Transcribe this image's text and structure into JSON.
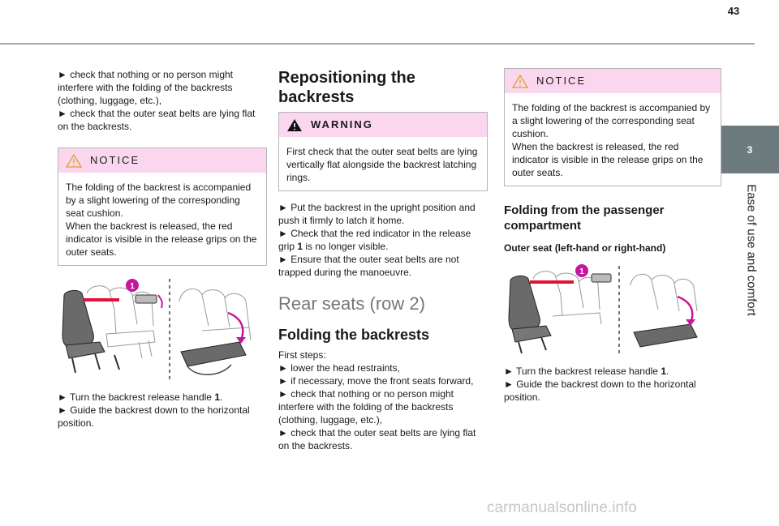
{
  "page": {
    "number": "43",
    "chapter_number": "3",
    "chapter_title": "Ease of use and comfort"
  },
  "col1": {
    "bullets": [
      "► check that nothing or no person might interfere with the folding of the backrests (clothing, luggage, etc.),",
      "► check that the outer seat belts are lying flat on the backrests."
    ],
    "notice": {
      "label": "NOTICE",
      "text1": "The folding of the backrest is accompanied by a slight lowering of the corresponding seat cushion.",
      "text2": "When the backrest is released, the red indicator is visible in the release grips on the outer seats."
    },
    "callout": "1",
    "steps": [
      {
        "prefix": "► Turn the backrest release handle ",
        "bold": "1",
        "suffix": "."
      },
      {
        "prefix": "► Guide the backrest down to the horizontal position.",
        "bold": "",
        "suffix": ""
      }
    ]
  },
  "col2": {
    "heading": "Repositioning the backrests",
    "warning": {
      "label": "WARNING",
      "text": "First check that the outer seat belts are lying vertically flat alongside the backrest latching rings."
    },
    "steps": [
      {
        "prefix": "► Put the backrest in the upright position and push it firmly to latch it home.",
        "bold": "",
        "suffix": ""
      },
      {
        "prefix": "► Check that the red indicator in the release grip ",
        "bold": "1",
        "suffix": " is no longer visible."
      },
      {
        "prefix": "► Ensure that the outer seat belts are not trapped during the manoeuvre.",
        "bold": "",
        "suffix": ""
      }
    ],
    "chapter_heading": "Rear seats (row 2)",
    "sub_heading": "Folding the backrests",
    "first_steps_label": "First steps:",
    "first_steps": [
      "► lower the head restraints,",
      "► if necessary, move the front seats forward,",
      "► check that nothing or no person might interfere with the folding of the backrests (clothing, luggage, etc.),",
      "► check that the outer seat belts are lying flat on the backrests."
    ]
  },
  "col3": {
    "notice": {
      "label": "NOTICE",
      "text1": "The folding of the backrest is accompanied by a slight lowering of the corresponding seat cushion.",
      "text2": "When the backrest is released, the red indicator is visible in the release grips on the outer seats."
    },
    "sub_heading": "Folding from the passenger compartment",
    "minor_heading": "Outer seat (left-hand or right-hand)",
    "callout": "1",
    "steps": [
      {
        "prefix": "► Turn the backrest release handle ",
        "bold": "1",
        "suffix": "."
      },
      {
        "prefix": "► Guide the backrest down to the horizontal position.",
        "bold": "",
        "suffix": ""
      }
    ]
  },
  "watermark": "carmanualsonline.info",
  "colors": {
    "callout": "#c5169d",
    "notice_bg": "#fad7ef",
    "tab": "#6e7b7e",
    "indicator": "#e0123a"
  }
}
